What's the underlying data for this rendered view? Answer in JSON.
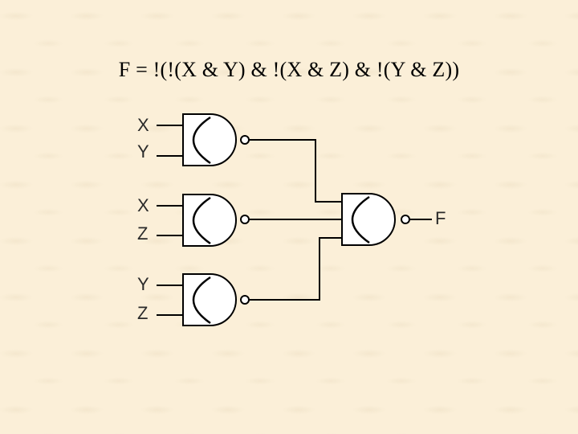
{
  "formula": "F = !(!(X & Y) & !(X & Z) & !(Y & Z))",
  "inputs": {
    "gate1": [
      "X",
      "Y"
    ],
    "gate2": [
      "X",
      "Z"
    ],
    "gate3": [
      "Y",
      "Z"
    ]
  },
  "output_label": "F",
  "colors": {
    "wire": "#000000",
    "gate_fill": "#ffffff"
  }
}
